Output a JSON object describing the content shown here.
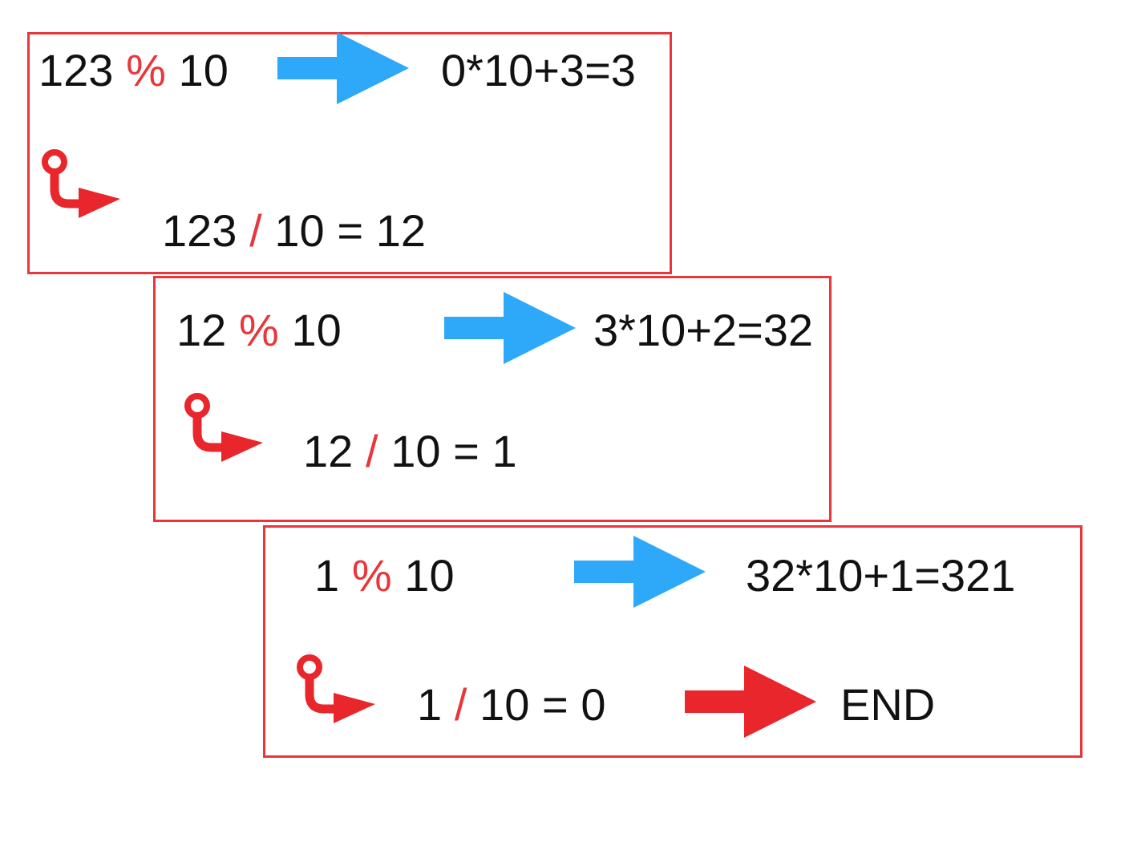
{
  "colors": {
    "box_border": "#e8363a",
    "operator": "#e8363a",
    "arrow_blue": "#2ea8f8",
    "arrow_red": "#e8262c",
    "text": "#111111"
  },
  "icons": {
    "right_arrow": "right-arrow-icon",
    "hook_arrow": "hook-arrow-icon"
  },
  "steps": [
    {
      "mod": {
        "left": "123",
        "op": "%",
        "right": "10"
      },
      "result": "0*10+3=3",
      "div": {
        "left": "123",
        "op": "/",
        "right": "10",
        "eq": "=",
        "value": "12"
      }
    },
    {
      "mod": {
        "left": "12",
        "op": "%",
        "right": "10"
      },
      "result": "3*10+2=32",
      "div": {
        "left": "12",
        "op": "/",
        "right": "10",
        "eq": "=",
        "value": "1"
      }
    },
    {
      "mod": {
        "left": "1",
        "op": "%",
        "right": "10"
      },
      "result": "32*10+1=321",
      "div": {
        "left": "1",
        "op": "/",
        "right": "10",
        "eq": "=",
        "value": "0"
      },
      "end": "END"
    }
  ]
}
